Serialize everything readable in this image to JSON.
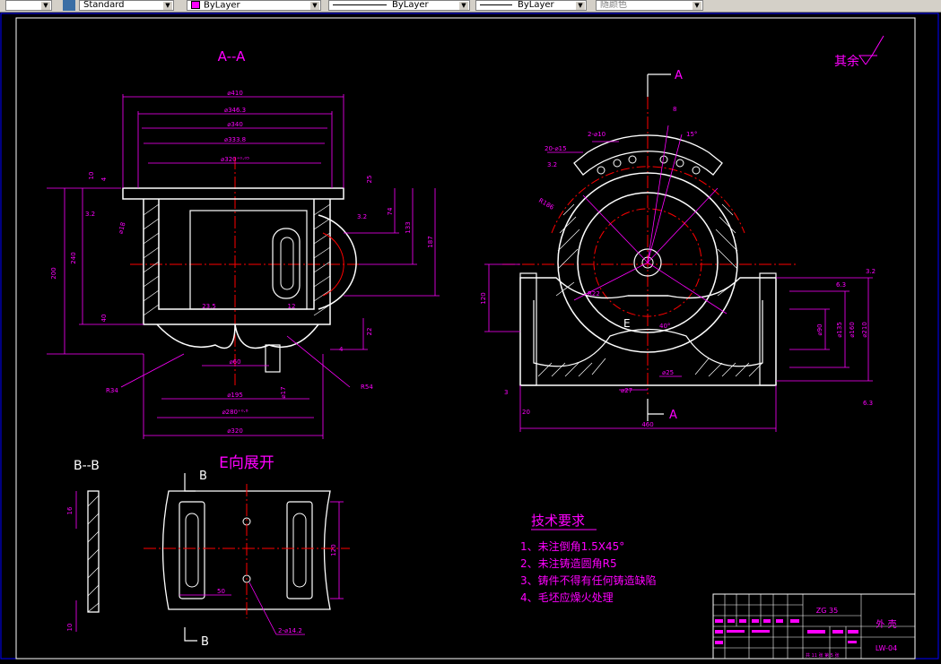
{
  "toolbar": {
    "textstyle": "Standard",
    "color": "ByLayer",
    "linetype": "ByLayer",
    "lineweight": "ByLayer",
    "plotstyle": "随颜色"
  },
  "drawing": {
    "section_aa_title": "A--A",
    "section_bb_title": "B--B",
    "view_e_title": "E向展开",
    "roughness_note": "其余",
    "tech_title": "技术要求",
    "tech_notes": [
      "1、未注倒角1.5X45°",
      "2、未注铸造圆角R5",
      "3、铸件不得有任何铸造缺陷",
      "4、毛坯应燥火处理"
    ],
    "labels": {
      "a_top": "A",
      "a_bottom": "A",
      "b_top": "B",
      "b_bottom": "B",
      "e_marker": "E"
    },
    "dims_section": {
      "d410": "⌀410",
      "d346": "⌀346.3",
      "d340": "⌀340",
      "d333": "⌀333.8",
      "d320": "⌀320⁺⁰·⁰⁵",
      "d195": "⌀195",
      "d280": "⌀280⁺⁰·⁸",
      "d320b": "⌀320",
      "d60": "⌀60",
      "r34": "R34",
      "r54": "R54",
      "v23": "23.5",
      "v12": "12",
      "v200": "200",
      "v240": "240",
      "v187": "187",
      "v133": "133",
      "v74": "74",
      "v25": "25",
      "v22": "22",
      "v4": "4",
      "v10": "10",
      "v40": "40",
      "v4b": "4",
      "d17": "⌀17",
      "d18": "⌀18",
      "r3": "3.2",
      "r3b": "3.2"
    },
    "dims_front": {
      "d2_10": "2-⌀10",
      "d20_15": "20-⌀15",
      "r186": "R186",
      "r22": "R22",
      "v8": "8",
      "v15": "15°",
      "v40": "40°",
      "v460": "460",
      "v120": "120",
      "d90": "⌀90",
      "d135": "⌀135",
      "d160": "⌀160",
      "d210": "⌀210",
      "d27": "⌀27",
      "d25": "⌀25",
      "v20": "20",
      "v3": "3",
      "r3": "3.2",
      "r3b": "6.3",
      "r3c": "6.3",
      "r3d": "3.2"
    },
    "dims_evview": {
      "v16": "16",
      "v10": "10",
      "v120": "120",
      "v50": "50",
      "d2_14": "2-⌀14.2"
    },
    "title_block": {
      "material": "ZG 35",
      "part_name": "外 壳",
      "drawing_no": "LW-04",
      "sheet_info": "共 11 张  第 5 张"
    }
  }
}
